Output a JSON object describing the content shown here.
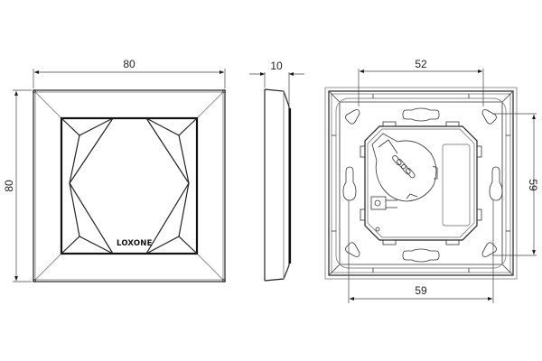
{
  "drawing": {
    "brand_label": "LOXONE",
    "front_view": {
      "width_dim": "80",
      "height_dim": "80"
    },
    "side_view": {
      "depth_dim": "10"
    },
    "back_view": {
      "top_dim": "52",
      "bottom_dim": "59",
      "right_dim": "59"
    }
  }
}
